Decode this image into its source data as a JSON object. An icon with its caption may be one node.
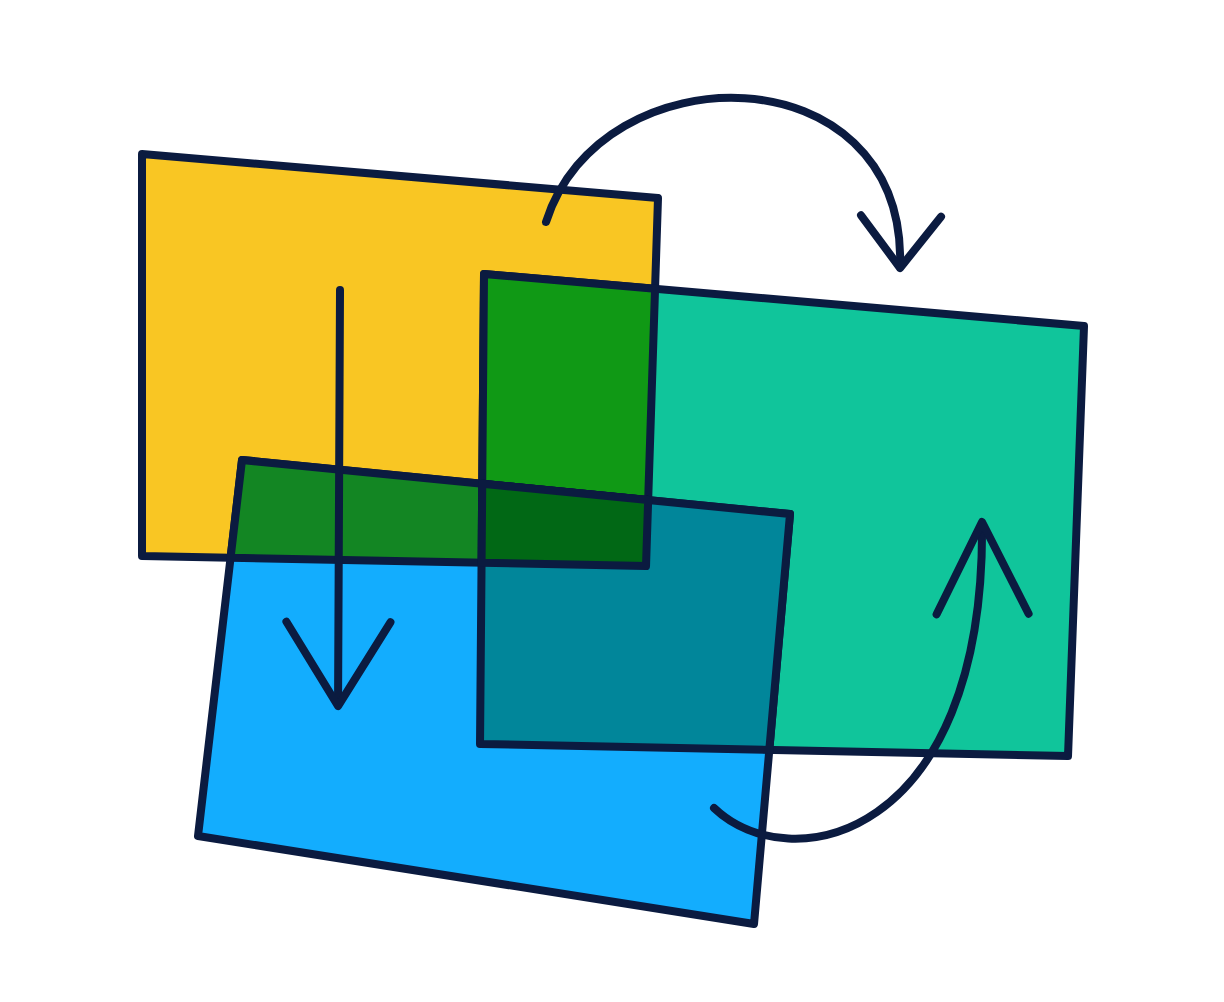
{
  "diagram": {
    "nodes": [
      {
        "text": [],
        "shape": "box"
      },
      {
        "text": [],
        "shape": "box"
      },
      {
        "text": [],
        "shape": "box"
      }
    ],
    "edges": [
      {
        "from": 0,
        "to": 1,
        "arrow": "to"
      },
      {
        "from": 0,
        "to": 2,
        "arrow": "to"
      },
      {
        "from": 2,
        "to": 1,
        "arrow": "to"
      }
    ]
  }
}
